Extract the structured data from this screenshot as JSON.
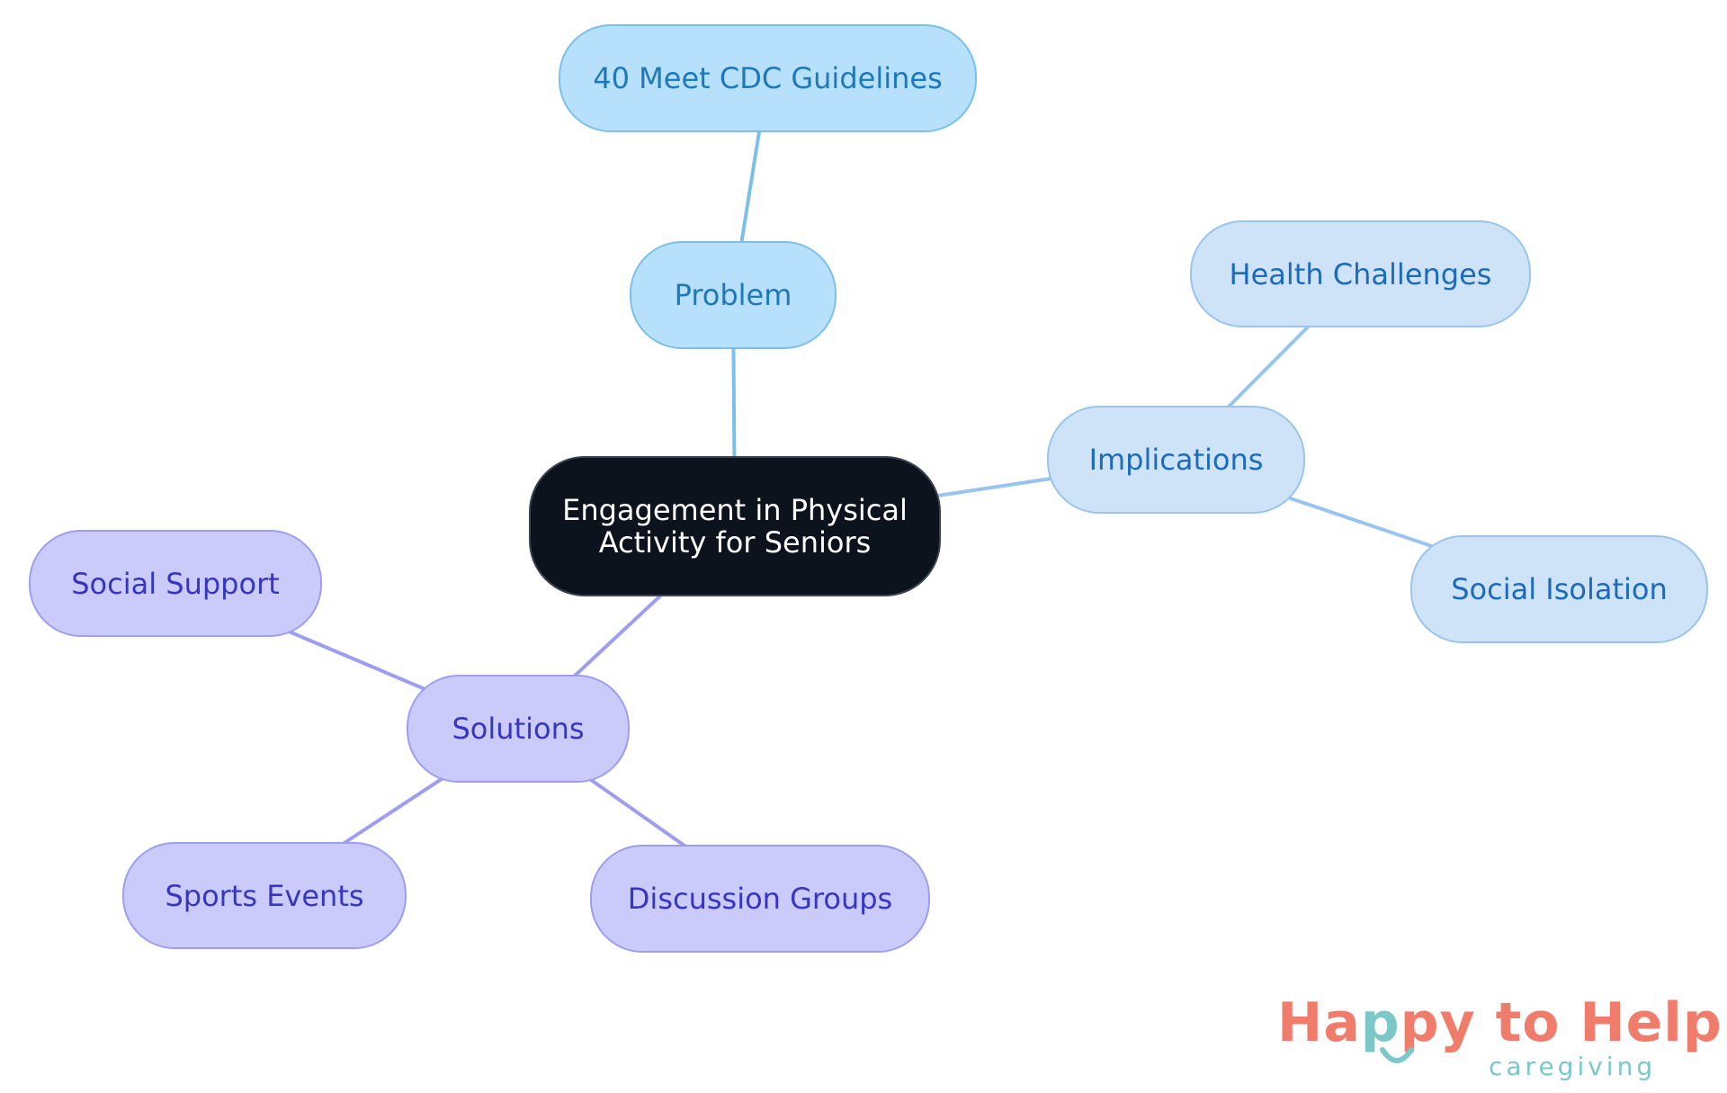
{
  "mindmap": {
    "root": {
      "id": "root",
      "lines": [
        "Engagement in Physical",
        "Activity for Seniors"
      ]
    },
    "nodes": [
      {
        "id": "problem",
        "parent": "root",
        "group": "problem",
        "label": "Problem"
      },
      {
        "id": "cdc",
        "parent": "problem",
        "group": "problem",
        "label": "40 Meet CDC Guidelines"
      },
      {
        "id": "implications",
        "parent": "root",
        "group": "implications",
        "label": "Implications"
      },
      {
        "id": "health",
        "parent": "implications",
        "group": "implications",
        "label": "Health Challenges"
      },
      {
        "id": "isolation",
        "parent": "implications",
        "group": "implications",
        "label": "Social Isolation"
      },
      {
        "id": "solutions",
        "parent": "root",
        "group": "solutions",
        "label": "Solutions"
      },
      {
        "id": "support",
        "parent": "solutions",
        "group": "solutions",
        "label": "Social Support"
      },
      {
        "id": "sports",
        "parent": "solutions",
        "group": "solutions",
        "label": "Sports Events"
      },
      {
        "id": "discussion",
        "parent": "solutions",
        "group": "solutions",
        "label": "Discussion Groups"
      }
    ],
    "colors": {
      "problem_edge": "#7cc0ea",
      "implications_edge": "#98c4ee",
      "solutions_edge": "#9d9ef0",
      "root_fill": "#0d131c"
    }
  },
  "logo": {
    "main_part1": "Ha",
    "main_accent": "p",
    "main_part2": "py to Help",
    "subtitle": "caregiving",
    "brand_color": "#f07c6c",
    "accent_color": "#7cc7c8"
  }
}
